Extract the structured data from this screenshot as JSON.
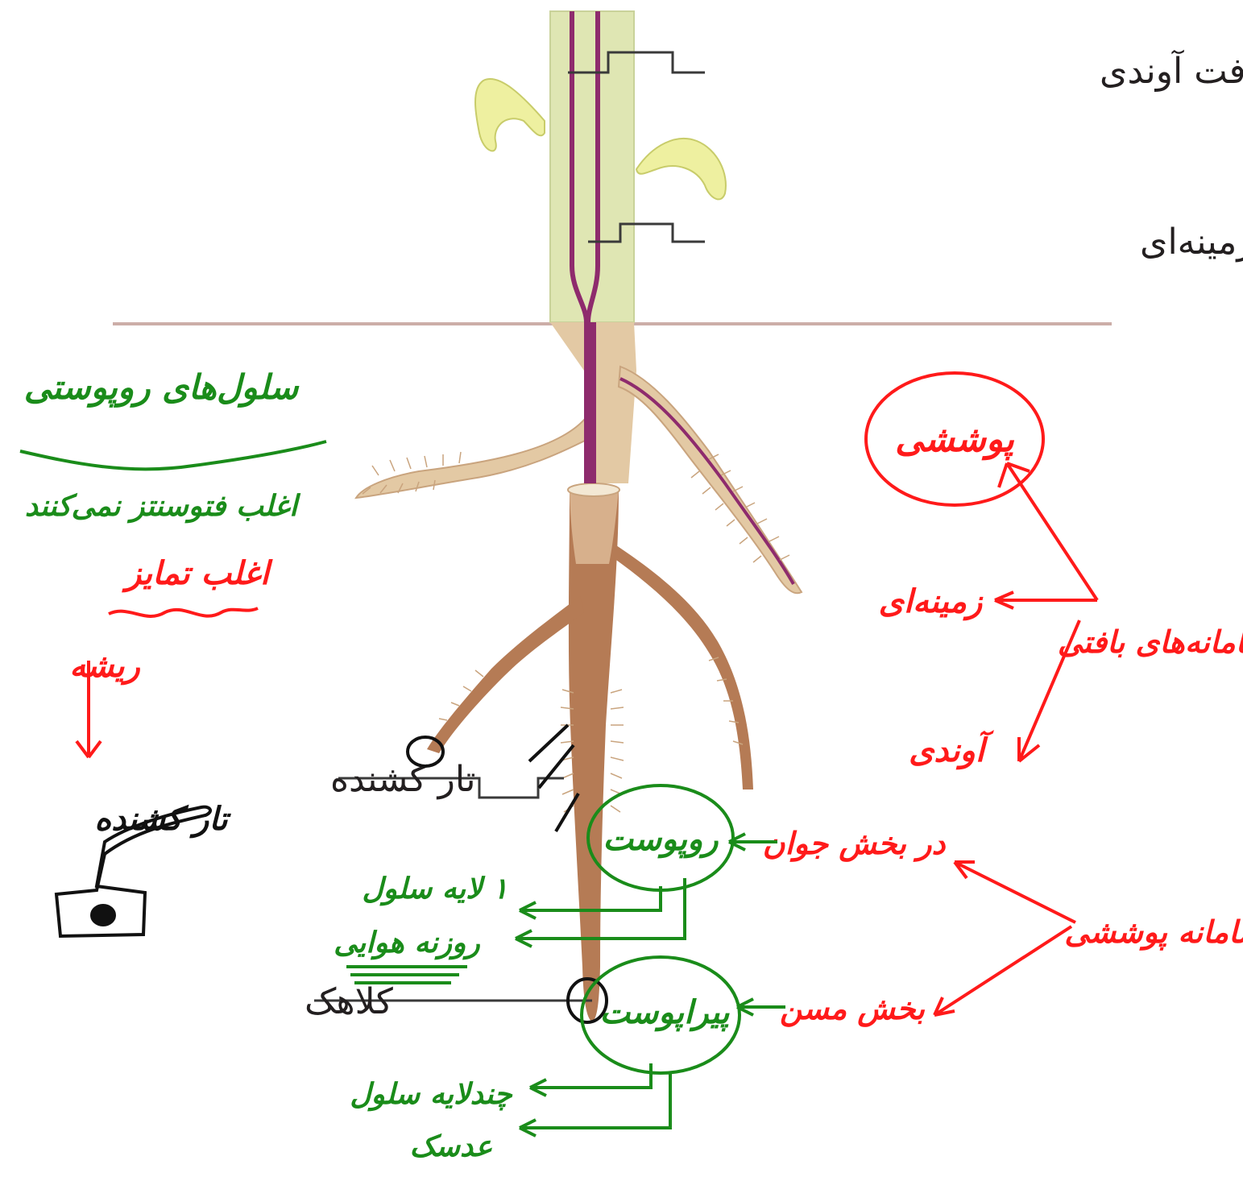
{
  "labels": {
    "vascular_system": "سامانهٔ بافت آوندی",
    "ground_system": "سامانهٔ بافت زمینه‌ای",
    "root_hair": "تار کشنده",
    "root_cap": "کلاهک"
  },
  "notes_red": {
    "tissue_systems": "سامانه‌های بافتی",
    "dermal": "پوششی",
    "ground": "زمینه‌ای",
    "vascular": "آوندی",
    "dermal_system": "سامانه پوششی",
    "young_part": "در بخش جوان",
    "old_part": "بخش مسن",
    "most_differentiated": "اغلب تمایز",
    "root": "ریشه"
  },
  "notes_green": {
    "epidermis_cells": "سلول‌های روپوستی",
    "not_photosynthetic": "اغلب فتوسنتز نمی‌کنند",
    "epidermis": "روپوست",
    "one_layer": "۱ لایه سلول",
    "stomata": "روزنه هوایی",
    "periderm": "پیراپوست",
    "multi_layer": "چندلایه سلول",
    "lenticel": "عدسک"
  },
  "notes_black": {
    "root_hair": "تار کشنده"
  },
  "colors": {
    "stem": "#dfe6b3",
    "vascular": "#8e2b6d",
    "root": "#b57b55",
    "root_light": "#e3c9a4",
    "leaf": "#eef0a0",
    "soil_line": "#b78c84",
    "red_ink": "#ff1a1a",
    "green_ink": "#1a8c1a",
    "black_ink": "#111111"
  }
}
